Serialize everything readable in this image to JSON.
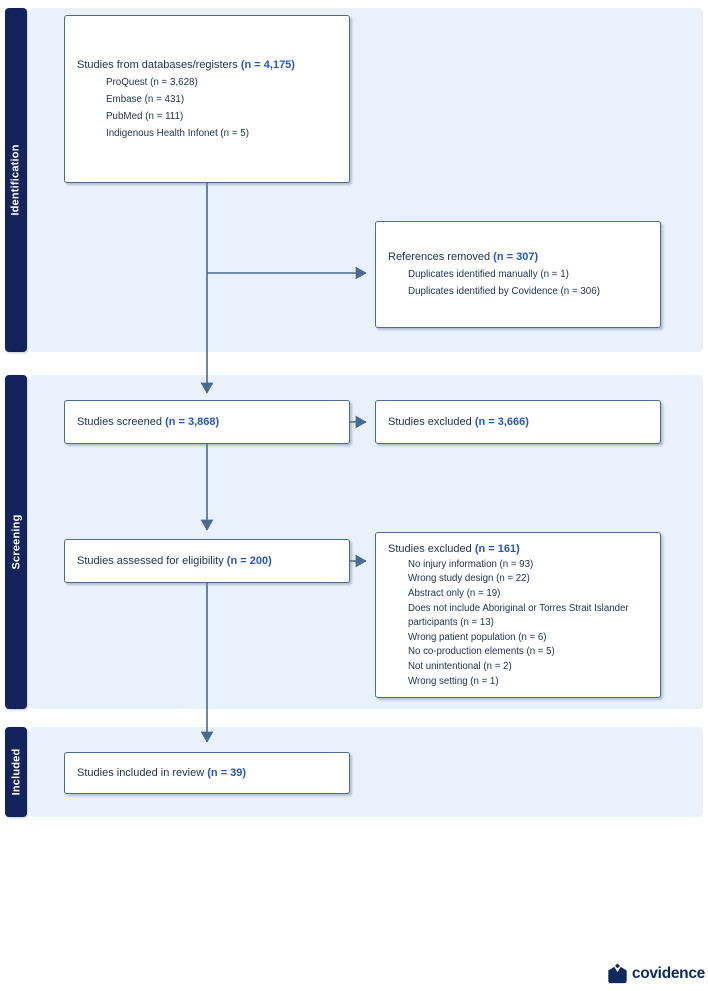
{
  "sections": [
    {
      "label": "Identification"
    },
    {
      "label": "Screening"
    },
    {
      "label": "Included"
    }
  ],
  "boxes": {
    "databases": {
      "label": "Studies from databases/registers ",
      "count": "(n = 4,175)",
      "items": [
        "ProQuest (n = 3,628)",
        "Embase (n = 431)",
        "PubMed (n = 111)",
        "Indigenous Health Infonet (n = 5)"
      ]
    },
    "references_removed": {
      "label": "References removed ",
      "count": "(n = 307)",
      "items": [
        "Duplicates identified manually (n = 1)",
        "Duplicates identified by Covidence (n = 306)"
      ]
    },
    "screened": {
      "label": "Studies screened ",
      "count": "(n = 3,868)"
    },
    "excluded_screening": {
      "label": "Studies excluded ",
      "count": "(n = 3,666)"
    },
    "assessed": {
      "label": "Studies assessed for eligibility ",
      "count": "(n = 200)"
    },
    "excluded_eligibility": {
      "label": "Studies excluded ",
      "count": "(n = 161)",
      "items": [
        "No injury information (n = 93)",
        "Wrong study design (n = 22)",
        "Abstract only (n = 19)",
        "Does not include Aboriginal or Torres Strait Islander participants (n = 13)",
        "Wrong patient population (n = 6)",
        "No co-production elements (n = 5)",
        "Not unintentional (n = 2)",
        "Wrong setting (n = 1)"
      ]
    },
    "included": {
      "label": "Studies included in review ",
      "count": "(n = 39)"
    }
  },
  "footer": {
    "brand": "covidence"
  },
  "colors": {
    "panel_background": "#e9f1fb",
    "section_band": "#13235b",
    "box_border": "#4f6a91",
    "arrow": "#4a6a8f",
    "text": "#1f3150",
    "count_accent": "#2357c5",
    "logo": "#0e2a5c"
  }
}
